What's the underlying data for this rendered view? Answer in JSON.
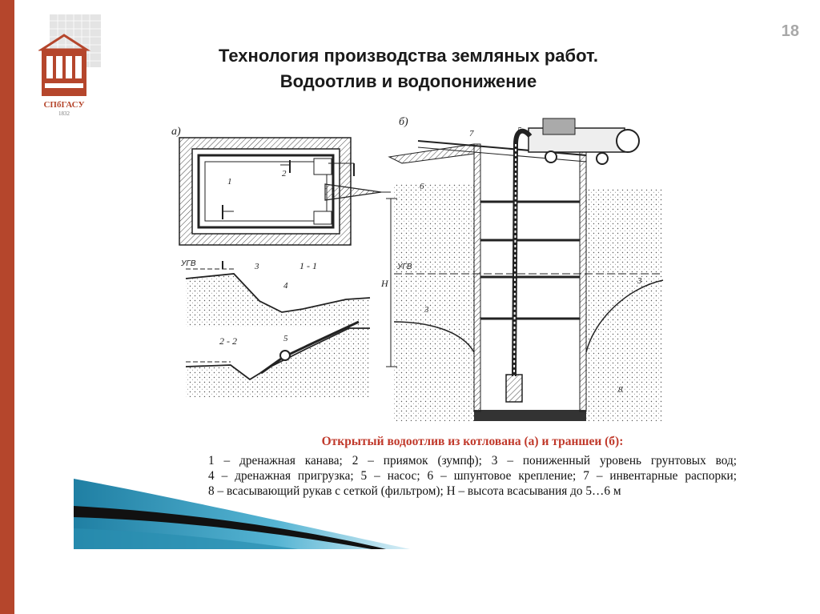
{
  "slide": {
    "page_number": "18",
    "title_line1": "Технология производства земляных работ.",
    "title_line2": "Водоотлив и водопонижение",
    "logo_text": "СПбГАСУ",
    "logo_sub": "1832"
  },
  "figure": {
    "panel_a_label": "а)",
    "panel_b_label": "б)",
    "section_1_label": "1 - 1",
    "section_2_label": "2 - 2",
    "ugv_label": "УГВ",
    "h_label": "Н",
    "callouts": [
      "1",
      "2",
      "3",
      "4",
      "5",
      "6",
      "7",
      "8"
    ]
  },
  "caption": {
    "title": "Открытый водоотлив из котлована (а) и траншеи (б):",
    "lines": [
      "1 – дренажная канава; 2 – приямок (зумпф); 3 – пониженный уровень грунтовых вод;",
      "4 – дренажная пригрузка; 5 – насос; 6 – шпунтовое крепление; 7 – инвентарные распорки;",
      "8 – всасывающий рукав с сеткой (фильтром); Н – высота всасывания до 5…6 м"
    ]
  },
  "colors": {
    "accent_bar": "#b5462c",
    "caption_title": "#c0392b",
    "swoosh": "#2a8fb0"
  }
}
